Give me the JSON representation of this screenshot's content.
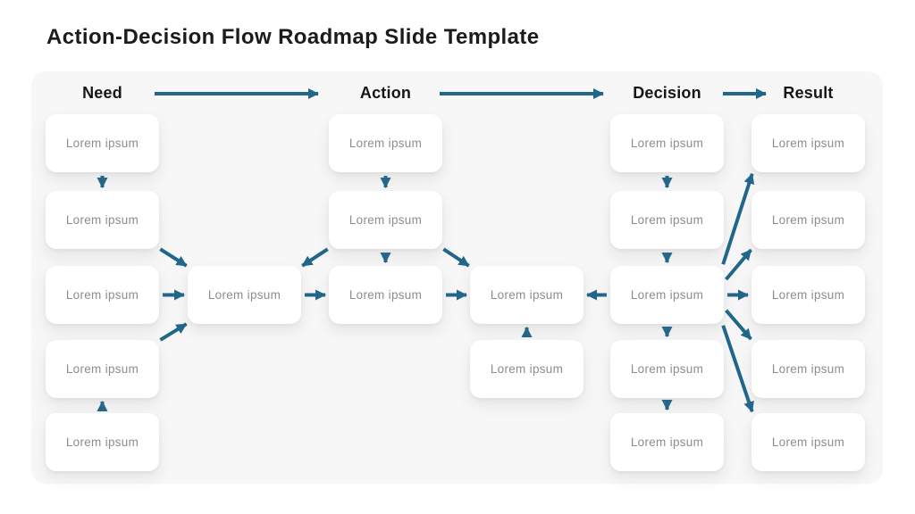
{
  "title": "Action-Decision Flow Roadmap Slide Template",
  "colors": {
    "accent": "#21678a",
    "panel_bg": "#f7f7f8",
    "node_bg": "#ffffff",
    "node_text": "#8d8d8d",
    "heading_text": "#161616",
    "title_text": "#1b1b1b"
  },
  "flow_headers": [
    {
      "id": "need",
      "label": "Need"
    },
    {
      "id": "action",
      "label": "Action"
    },
    {
      "id": "decision",
      "label": "Decision"
    },
    {
      "id": "result",
      "label": "Result"
    }
  ],
  "header_arrows": [
    {
      "from": "need",
      "to": "action"
    },
    {
      "from": "action",
      "to": "decision"
    },
    {
      "from": "decision",
      "to": "result"
    }
  ],
  "diagram": {
    "nodes": [
      {
        "id": "n0",
        "col": 0,
        "row": 0,
        "label": "Lorem ipsum"
      },
      {
        "id": "n1",
        "col": 0,
        "row": 1,
        "label": "Lorem ipsum"
      },
      {
        "id": "n2",
        "col": 0,
        "row": 2,
        "label": "Lorem ipsum"
      },
      {
        "id": "n3",
        "col": 0,
        "row": 3,
        "label": "Lorem ipsum"
      },
      {
        "id": "n4",
        "col": 0,
        "row": 4,
        "label": "Lorem ipsum"
      },
      {
        "id": "m2",
        "col": 1,
        "row": 2,
        "label": "Lorem ipsum"
      },
      {
        "id": "a0",
        "col": 2,
        "row": 0,
        "label": "Lorem ipsum"
      },
      {
        "id": "a1",
        "col": 2,
        "row": 1,
        "label": "Lorem ipsum"
      },
      {
        "id": "a2",
        "col": 2,
        "row": 2,
        "label": "Lorem ipsum"
      },
      {
        "id": "c2",
        "col": 3,
        "row": 2,
        "label": "Lorem ipsum"
      },
      {
        "id": "c3",
        "col": 3,
        "row": 3,
        "label": "Lorem ipsum"
      },
      {
        "id": "d0",
        "col": 4,
        "row": 0,
        "label": "Lorem ipsum"
      },
      {
        "id": "d1",
        "col": 4,
        "row": 1,
        "label": "Lorem ipsum"
      },
      {
        "id": "d2",
        "col": 4,
        "row": 2,
        "label": "Lorem ipsum"
      },
      {
        "id": "d3",
        "col": 4,
        "row": 3,
        "label": "Lorem ipsum"
      },
      {
        "id": "d4",
        "col": 4,
        "row": 4,
        "label": "Lorem ipsum"
      },
      {
        "id": "r0",
        "col": 5,
        "row": 0,
        "label": "Lorem ipsum"
      },
      {
        "id": "r1",
        "col": 5,
        "row": 1,
        "label": "Lorem ipsum"
      },
      {
        "id": "r2",
        "col": 5,
        "row": 2,
        "label": "Lorem ipsum"
      },
      {
        "id": "r3",
        "col": 5,
        "row": 3,
        "label": "Lorem ipsum"
      },
      {
        "id": "r4",
        "col": 5,
        "row": 4,
        "label": "Lorem ipsum"
      }
    ],
    "edges": [
      {
        "from": "n0",
        "fromSide": "bottom",
        "to": "n1",
        "toSide": "top"
      },
      {
        "from": "n4",
        "fromSide": "top",
        "to": "n3",
        "toSide": "bottom"
      },
      {
        "from": "n1",
        "fromSide": "bottomright",
        "to": "m2",
        "toSide": "topleft"
      },
      {
        "from": "n2",
        "fromSide": "right",
        "to": "m2",
        "toSide": "left"
      },
      {
        "from": "n3",
        "fromSide": "topright",
        "to": "m2",
        "toSide": "bottomleft"
      },
      {
        "from": "m2",
        "fromSide": "right",
        "to": "a2",
        "toSide": "left"
      },
      {
        "from": "a0",
        "fromSide": "bottom",
        "to": "a1",
        "toSide": "top"
      },
      {
        "from": "a1",
        "fromSide": "bottom",
        "to": "a2",
        "toSide": "top"
      },
      {
        "from": "a1",
        "fromSide": "bottomleft",
        "to": "m2",
        "toSide": "topright"
      },
      {
        "from": "a1",
        "fromSide": "bottomright",
        "to": "c2",
        "toSide": "topleft"
      },
      {
        "from": "a2",
        "fromSide": "right",
        "to": "c2",
        "toSide": "left"
      },
      {
        "from": "c3",
        "fromSide": "top",
        "to": "c2",
        "toSide": "bottom"
      },
      {
        "from": "d2",
        "fromSide": "left",
        "to": "c2",
        "toSide": "right"
      },
      {
        "from": "d0",
        "fromSide": "bottom",
        "to": "d1",
        "toSide": "top"
      },
      {
        "from": "d1",
        "fromSide": "bottom",
        "to": "d2",
        "toSide": "top"
      },
      {
        "from": "d2",
        "fromSide": "bottom",
        "to": "d3",
        "toSide": "top"
      },
      {
        "from": "d3",
        "fromSide": "bottom",
        "to": "d4",
        "toSide": "top"
      },
      {
        "from": "d2",
        "fromSide": "topright",
        "to": "r0",
        "toSide": "bottomleft"
      },
      {
        "from": "d2",
        "fromSide": "righttop",
        "to": "r1",
        "toSide": "bottomleft"
      },
      {
        "from": "d2",
        "fromSide": "right",
        "to": "r2",
        "toSide": "left"
      },
      {
        "from": "d2",
        "fromSide": "rightbottom",
        "to": "r3",
        "toSide": "topleft"
      },
      {
        "from": "d2",
        "fromSide": "bottomright",
        "to": "r4",
        "toSide": "topleft"
      }
    ]
  }
}
